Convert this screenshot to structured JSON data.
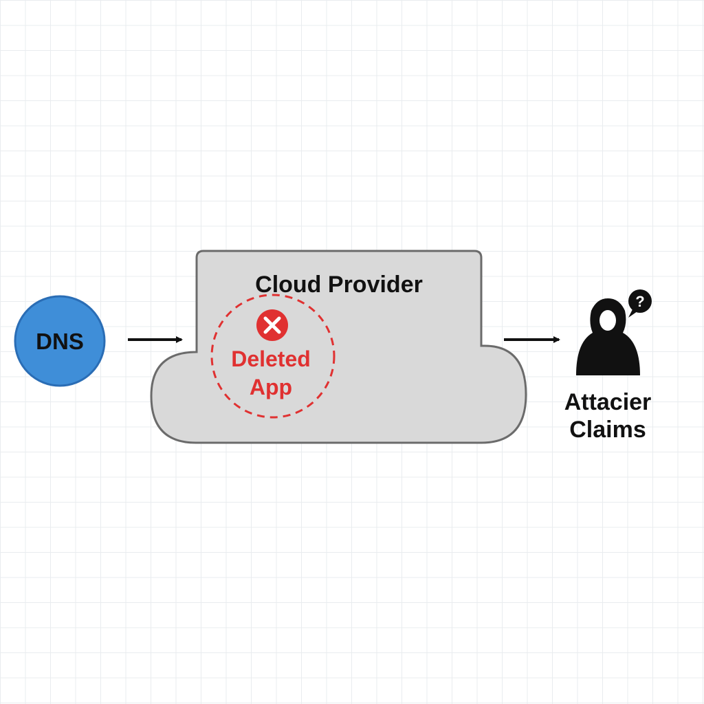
{
  "dns": {
    "label": "DNS",
    "fill": "#3f8ed8",
    "stroke": "#2a6db5"
  },
  "cloud": {
    "title": "Cloud Provider",
    "fill": "#d9d9d9",
    "stroke": "#6b6b6b"
  },
  "deleted_app": {
    "line1": "Deleted",
    "line2": "App",
    "color": "#e03131",
    "icon": "x-circle-icon"
  },
  "attacker": {
    "line1": "Attacier",
    "line2": "Claims",
    "icon": "hooded-figure-icon",
    "badge_icon": "question-bubble-icon"
  },
  "colors": {
    "text": "#111111",
    "arrow": "#111111",
    "grid": "#e9ecef"
  }
}
